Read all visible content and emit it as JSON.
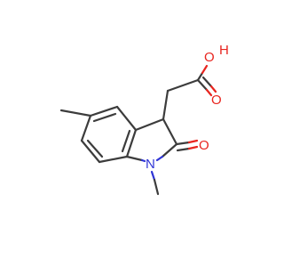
{
  "molecule": {
    "atom_labels": {
      "oh_oxygen": "O",
      "oh_hydrogen": "H",
      "carbonyl_oxygen_acid": "O",
      "lactam_oxygen": "O",
      "ring_nitrogen": "N"
    },
    "colors": {
      "carbon_bond": "#3c3c3c",
      "oxygen": "#e8251f",
      "nitrogen": "#2f35d6",
      "background": "#ffffff"
    }
  }
}
